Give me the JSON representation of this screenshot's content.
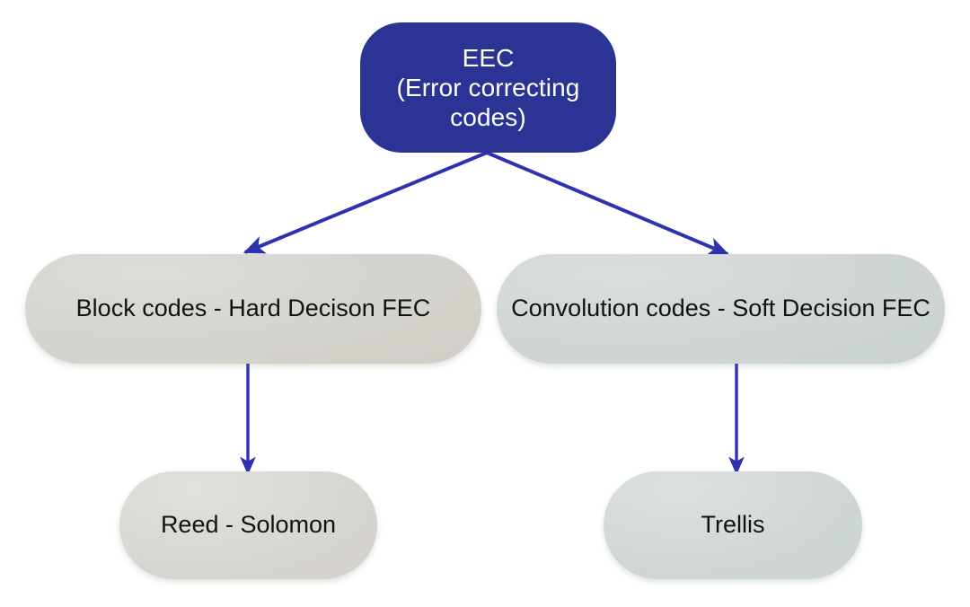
{
  "diagram": {
    "title": "EEC (Error correcting codes) taxonomy",
    "background_color": "#ffffff",
    "connector_color": "#2D33AE",
    "nodes": {
      "root": {
        "label": "EEC\n(Error correcting codes)",
        "fill_color": "#2B3494",
        "text_color": "#ffffff"
      },
      "branch_left": {
        "label": "Block codes - Hard Decison FEC",
        "fill_color": "#D5D3CD",
        "text_color": "#121212"
      },
      "branch_right": {
        "label": "Convolution codes - Soft Decision FEC",
        "fill_color": "#CFD6D5",
        "text_color": "#121212"
      },
      "leaf_left": {
        "label": "Reed - Solomon",
        "fill_color": "#D8D6D1",
        "text_color": "#121212"
      },
      "leaf_right": {
        "label": "Trellis",
        "fill_color": "#D0D7D6",
        "text_color": "#121212"
      }
    },
    "edges": [
      {
        "name": "root-to-block-codes",
        "from": "root",
        "to": "branch_left",
        "style": "diagonal-arrow"
      },
      {
        "name": "root-to-convolution-codes",
        "from": "root",
        "to": "branch_right",
        "style": "diagonal-arrow"
      },
      {
        "name": "block-codes-to-reed-solomon",
        "from": "branch_left",
        "to": "leaf_left",
        "style": "vertical-arrow"
      },
      {
        "name": "convolution-codes-to-trellis",
        "from": "branch_right",
        "to": "leaf_right",
        "style": "vertical-arrow"
      }
    ]
  }
}
